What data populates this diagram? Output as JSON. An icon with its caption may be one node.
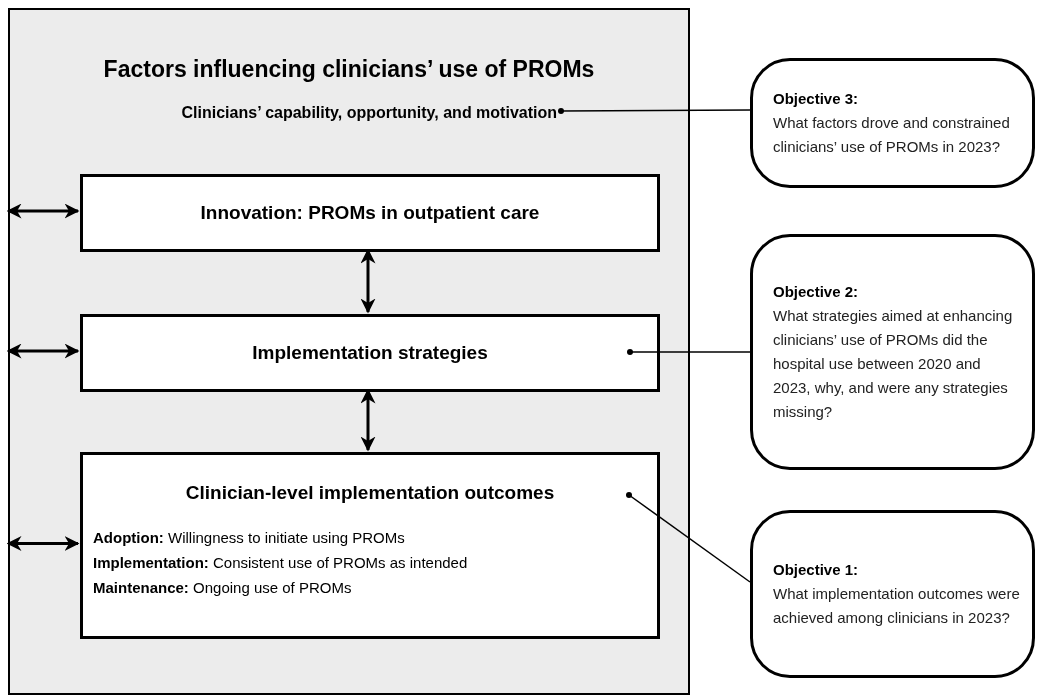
{
  "diagram": {
    "nodes": [
      {
        "text": [
          "Factors influencing clinicians’ use of PROMs"
        ]
      },
      {
        "text": [
          "Clinicians’ capability, opportunity, and motivation"
        ],
        "in": 0
      },
      {
        "text": [
          "Innovation: PROMs in outpatient care"
        ],
        "in": 0
      },
      {
        "text": [
          "Implementation strategies"
        ],
        "in": 0
      },
      {
        "text": [
          "Clinician-level implementation outcomes",
          "**Adoption:** Willingness to initiate using PROMs",
          "**Implementation:** Consistent use of PROMs as intended",
          "**Maintenance:** Ongoing use of PROMs"
        ],
        "in": 0
      },
      {
        "text": [
          "Objective 3:",
          "What factors drove and constrained clinicians’ use of PROMs in 2023?"
        ]
      },
      {
        "text": [
          "Objective 2:",
          "What strategies aimed at enhancing clinicians’ use of PROMs did the hospital use between 2020 and 2023, why, and were any strategies missing?"
        ]
      },
      {
        "text": [
          "Objective 1:",
          "What implementation outcomes were achieved among clinicians in 2023?"
        ]
      }
    ],
    "edges": [
      {
        "from": 0,
        "to": 2,
        "arrow": "both"
      },
      {
        "from": 0,
        "to": 3,
        "arrow": "both"
      },
      {
        "from": 0,
        "to": 4,
        "arrow": "both"
      },
      {
        "from": 2,
        "to": 3,
        "arrow": "both"
      },
      {
        "from": 3,
        "to": 4,
        "arrow": "both"
      },
      {
        "from": 1,
        "to": 5,
        "arrow": "other"
      },
      {
        "from": 3,
        "to": 6,
        "arrow": "other"
      },
      {
        "from": 4,
        "to": 7,
        "arrow": "other"
      }
    ]
  }
}
